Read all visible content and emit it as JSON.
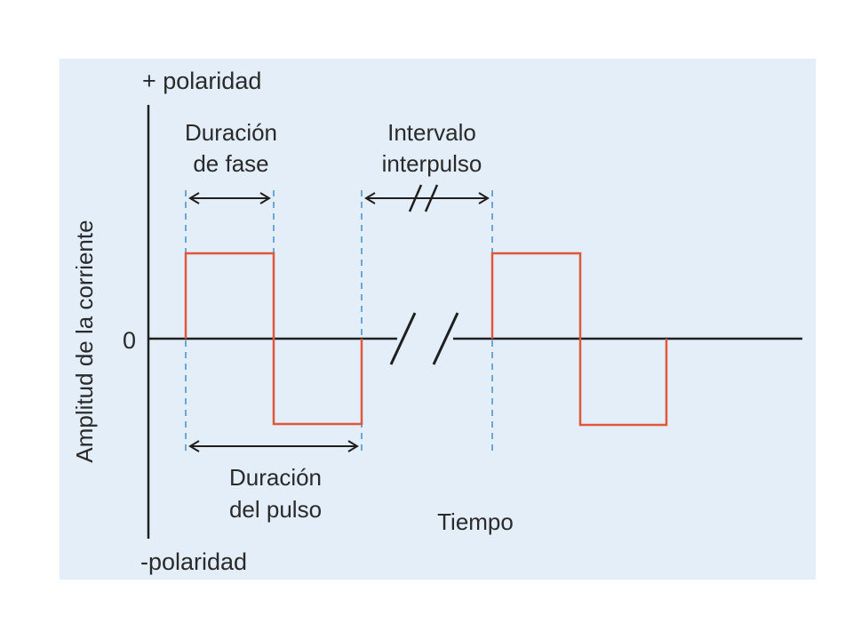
{
  "labels": {
    "positive_polarity": "+ polaridad",
    "negative_polarity": "-polaridad",
    "zero": "0",
    "y_axis": "Amplitud de la corriente",
    "x_axis": "Tiempo",
    "phase_duration_line1": "Duración",
    "phase_duration_line2": "de fase",
    "interpulse_line1": "Intervalo",
    "interpulse_line2": "interpulso",
    "pulse_duration_line1": "Duración",
    "pulse_duration_line2": "del pulso"
  },
  "colors": {
    "panel_background": "#e3eef8",
    "waveform": "#e2573a",
    "axis": "#1f1f1f",
    "guide_dashes": "#6aa6d8",
    "text": "#2a2a2a"
  }
}
